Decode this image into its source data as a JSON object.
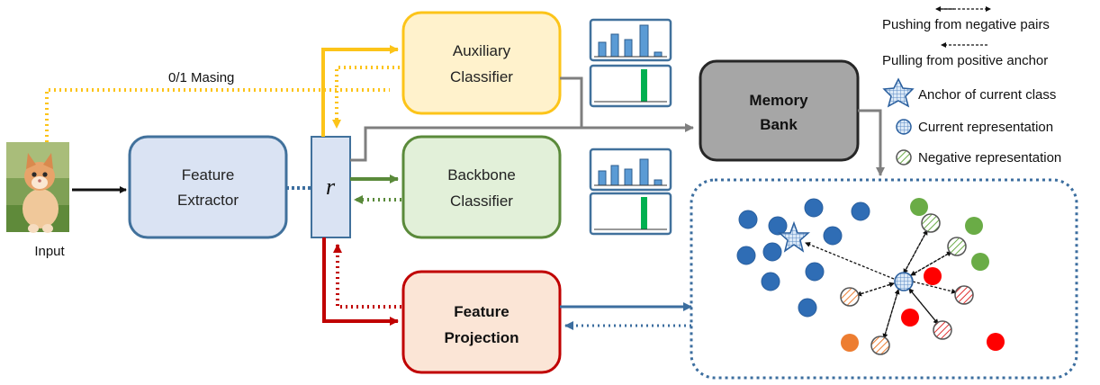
{
  "input": {
    "label": "Input"
  },
  "masking": {
    "label": "0/1 Masing"
  },
  "feature_extractor": {
    "line1": "Feature",
    "line2": "Extractor"
  },
  "representation": {
    "symbol": "r"
  },
  "auxiliary_classifier": {
    "line1": "Auxiliary",
    "line2": "Classifier"
  },
  "backbone_classifier": {
    "line1": "Backbone",
    "line2": "Classifier"
  },
  "feature_projection": {
    "line1": "Feature",
    "line2": "Projection"
  },
  "memory_bank": {
    "line1": "Memory",
    "line2": "Bank"
  },
  "legend": {
    "pushing": "Pushing from negative pairs",
    "pulling": "Pulling from positive anchor",
    "anchor": "Anchor of current class",
    "current": "Current representation",
    "negative": "Negative representation"
  },
  "colors": {
    "yellow": "#fcc419",
    "green": "#5a8a3a",
    "red": "#c00000",
    "blue_dark": "#3c6e9f",
    "grey": "#7f7f7f",
    "point_blue": "#2f6db5",
    "point_green": "#6aac46",
    "point_red": "#ff0000",
    "point_orange": "#ed7d31"
  }
}
